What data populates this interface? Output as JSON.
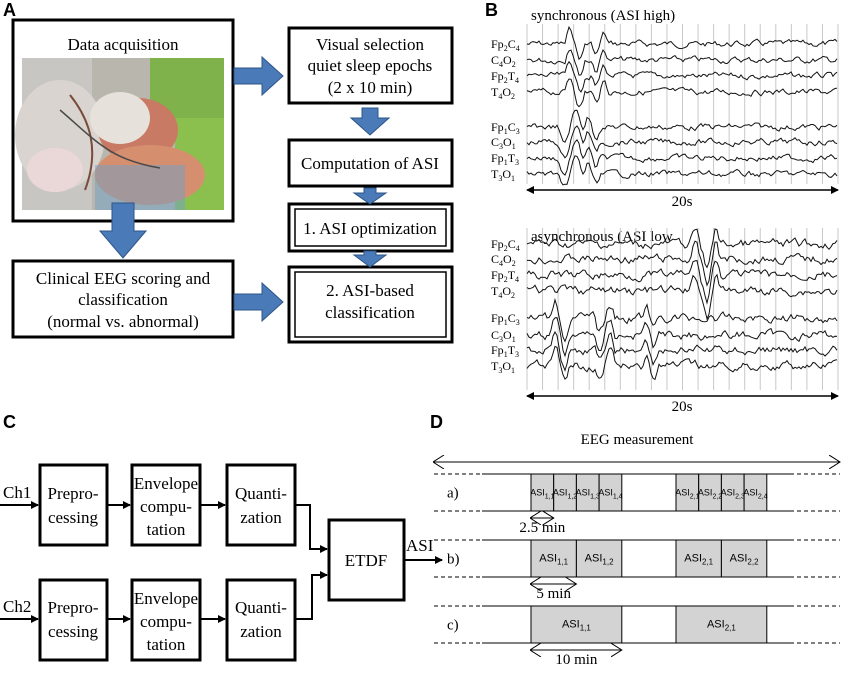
{
  "panels": {
    "a": "A",
    "b": "B",
    "c": "C",
    "d": "D"
  },
  "panel_a": {
    "data_acquisition": "Data acquisition",
    "visual_selection": [
      "Visual selection",
      "quiet sleep epochs",
      "(2 x 10 min)"
    ],
    "computation": "Computation of ASI",
    "optimization": "1. ASI optimization",
    "clinical": [
      "Clinical EEG scoring  and",
      "classification",
      "(normal vs. abnormal)"
    ],
    "classification": [
      "2. ASI-based",
      "classification"
    ],
    "colors": {
      "arrow": "#4a7ab8",
      "arrow_edge": "#2d5588"
    }
  },
  "panel_b": {
    "sync_title": "synchronous (ASI high)",
    "async_title": "asynchronous (ASI low",
    "duration": "20s",
    "channels": [
      {
        "a": "Fp",
        "s1": "2",
        "b": "C",
        "s2": "4"
      },
      {
        "a": "C",
        "s1": "4",
        "b": "O",
        "s2": "2"
      },
      {
        "a": "Fp",
        "s1": "2",
        "b": "T",
        "s2": "4"
      },
      {
        "a": "T",
        "s1": "4",
        "b": "O",
        "s2": "2"
      },
      {
        "a": "Fp",
        "s1": "1",
        "b": "C",
        "s2": "3"
      },
      {
        "a": "C",
        "s1": "3",
        "b": "O",
        "s2": "1"
      },
      {
        "a": "Fp",
        "s1": "1",
        "b": "T",
        "s2": "3"
      },
      {
        "a": "T",
        "s1": "3",
        "b": "O",
        "s2": "1"
      }
    ]
  },
  "panel_c": {
    "ch1": "Ch1",
    "ch2": "Ch2",
    "preprocessing": [
      "Prepro-",
      "cessing"
    ],
    "envelope": [
      "Envelope",
      "compu-",
      "tation"
    ],
    "quantization": [
      "Quanti-",
      "zation"
    ],
    "etdf": "ETDF",
    "asi": "ASI"
  },
  "panel_d": {
    "measurement": "EEG measurement",
    "rows": [
      {
        "label": "a)",
        "cells": [
          [
            "1,1",
            "1,2",
            "1,3",
            "1,4"
          ],
          [
            "2,1",
            "2,2",
            "2,3",
            "2,4"
          ]
        ],
        "span": "2.5 min"
      },
      {
        "label": "b)",
        "cells": [
          [
            "1,1",
            "1,2"
          ],
          [
            "2,1",
            "2,2"
          ]
        ],
        "span": "5 min"
      },
      {
        "label": "c)",
        "cells": [
          [
            "1,1"
          ],
          [
            "2,1"
          ]
        ],
        "span": "10 min"
      }
    ],
    "cell_prefix": "ASI",
    "colors": {
      "cell": "#d3d3d3"
    }
  }
}
